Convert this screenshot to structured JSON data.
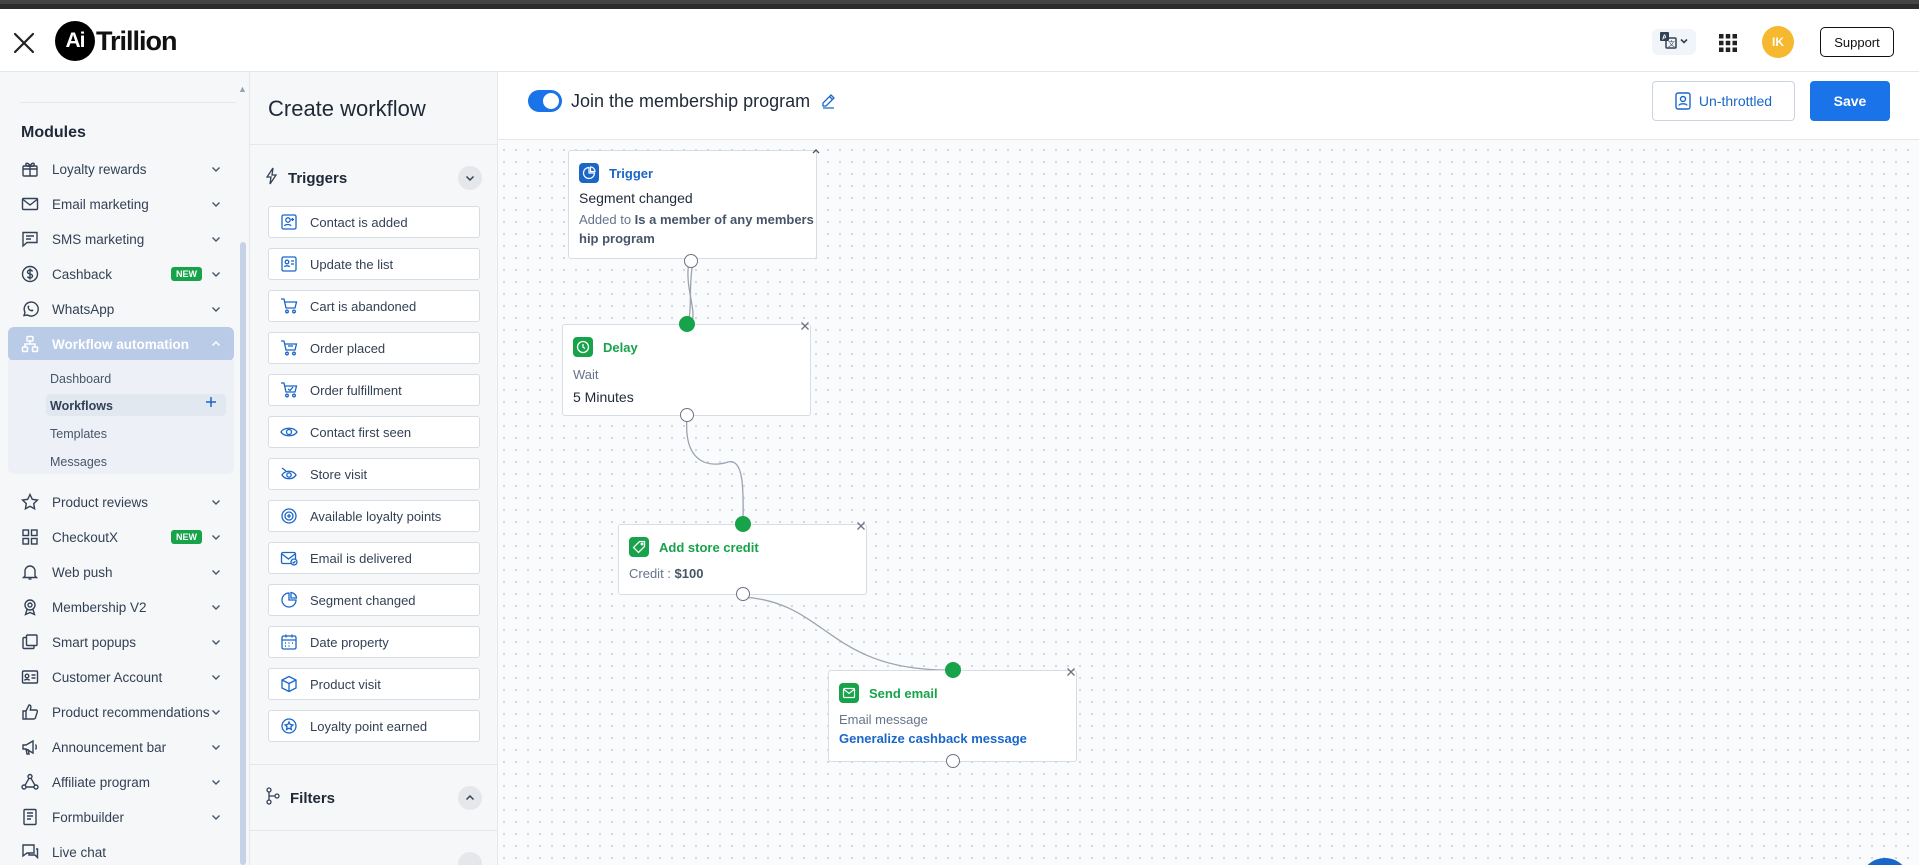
{
  "header": {
    "logo_mark": "Ai",
    "logo_text": "Trillion",
    "avatar_initials": "IK",
    "support_label": "Support",
    "icons": [
      "close-icon",
      "translate-icon",
      "apps-grid-icon"
    ]
  },
  "sidebar": {
    "heading": "Modules",
    "items": [
      {
        "label": "Loyalty rewards",
        "icon": "gift-icon"
      },
      {
        "label": "Email marketing",
        "icon": "mail-icon"
      },
      {
        "label": "SMS marketing",
        "icon": "chat-icon"
      },
      {
        "label": "Cashback",
        "icon": "dollar-icon",
        "badge": "NEW"
      },
      {
        "label": "WhatsApp",
        "icon": "whatsapp-icon"
      },
      {
        "label": "Workflow automation",
        "icon": "workflow-icon",
        "active": true
      },
      {
        "label": "Product reviews",
        "icon": "star-icon"
      },
      {
        "label": "CheckoutX",
        "icon": "grid-icon",
        "badge": "NEW"
      },
      {
        "label": "Web push",
        "icon": "bell-icon"
      },
      {
        "label": "Membership V2",
        "icon": "medal-icon"
      },
      {
        "label": "Smart popups",
        "icon": "popup-icon"
      },
      {
        "label": "Customer Account",
        "icon": "id-card-icon"
      },
      {
        "label": "Product recommendations",
        "icon": "thumbs-icon"
      },
      {
        "label": "Announcement bar",
        "icon": "megaphone-icon"
      },
      {
        "label": "Affiliate program",
        "icon": "network-icon"
      },
      {
        "label": "Formbuilder",
        "icon": "form-icon"
      },
      {
        "label": "Live chat",
        "icon": "live-chat-icon"
      }
    ],
    "sub_items": [
      "Dashboard",
      "Workflows",
      "Templates",
      "Messages"
    ],
    "current_sub": "Workflows"
  },
  "builder": {
    "title": "Create workflow",
    "triggers_heading": "Triggers",
    "triggers": [
      {
        "label": "Contact is added",
        "icon": "contact-add-icon"
      },
      {
        "label": "Update the list",
        "icon": "list-icon"
      },
      {
        "label": "Cart is abandoned",
        "icon": "cart-icon"
      },
      {
        "label": "Order placed",
        "icon": "cart-icon"
      },
      {
        "label": "Order fulfillment",
        "icon": "cart-icon"
      },
      {
        "label": "Contact first seen",
        "icon": "eye-icon"
      },
      {
        "label": "Store visit",
        "icon": "visit-icon"
      },
      {
        "label": "Available loyalty points",
        "icon": "points-icon"
      },
      {
        "label": "Email is delivered",
        "icon": "email-delivered-icon"
      },
      {
        "label": "Segment changed",
        "icon": "segment-icon"
      },
      {
        "label": "Date property",
        "icon": "calendar-icon"
      },
      {
        "label": "Product visit",
        "icon": "box-icon"
      },
      {
        "label": "Loyalty point earned",
        "icon": "badge-icon"
      }
    ],
    "filters_heading": "Filters"
  },
  "canvas": {
    "workflow_name": "Join the membership program",
    "unthrottled_label": "Un-throttled",
    "save_label": "Save",
    "nodes": {
      "trigger": {
        "type": "Trigger",
        "title": "Segment changed",
        "desc_prefix": "Added to ",
        "desc_bold_1": "Is a member of any members",
        "desc_bold_2": "hip program"
      },
      "delay": {
        "type": "Delay",
        "line1": "Wait",
        "line2": "5 Minutes"
      },
      "credit": {
        "type": "Add store credit",
        "prefix": "Credit : ",
        "value": "$100"
      },
      "email": {
        "type": "Send email",
        "line1": "Email message",
        "line2": "Generalize cashback message"
      }
    }
  },
  "colors": {
    "primary": "#1a73e8",
    "action_green": "#16a34a",
    "trigger_blue": "#1a66c9",
    "badge_new": "#16a34a",
    "avatar": "#f5b82e"
  }
}
